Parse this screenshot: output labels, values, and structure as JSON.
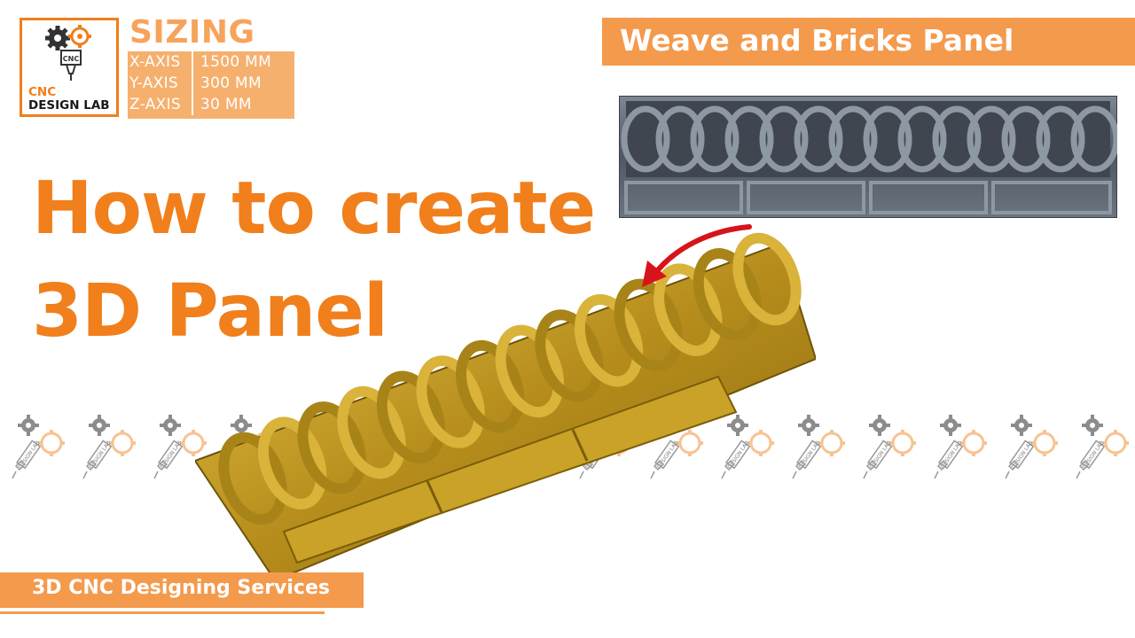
{
  "logo": {
    "line1": "CNC",
    "line2": "DESIGN LAB",
    "badge": "CNC",
    "icon": "cnc-gears-logo-icon"
  },
  "sizing": {
    "title": "SIZING",
    "rows": [
      {
        "axis": "X-AXIS",
        "value": "1500 MM"
      },
      {
        "axis": "Y-AXIS",
        "value": "300 MM"
      },
      {
        "axis": "Z-AXIS",
        "value": "30 MM"
      }
    ]
  },
  "headline": {
    "line1": "How to create",
    "line2": "3D Panel"
  },
  "banner_top": {
    "text": "Weave and Bricks Panel"
  },
  "banner_bottom": {
    "text": "3D CNC Designing Services"
  },
  "colors": {
    "accent": "#f07f1c",
    "banner": "#f49a4d",
    "sizing_bg": "#f6b06e",
    "gold": "#c9a227",
    "steel": "#5a6470",
    "arrow": "#d7141a"
  },
  "watermark": {
    "text": "DESIGN LAB",
    "icon": "cnc-gears-watermark-icon",
    "count": 16
  }
}
